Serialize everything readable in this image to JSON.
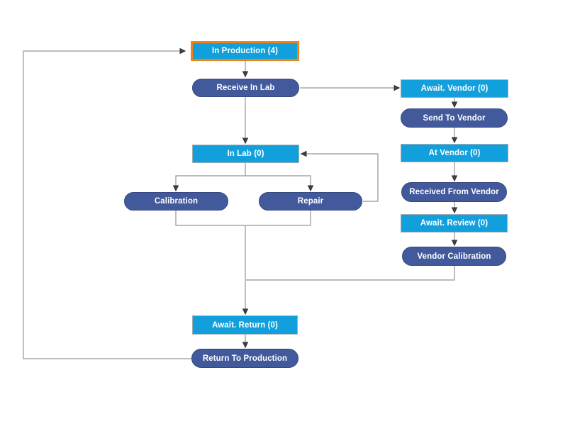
{
  "diagram": {
    "title": "workflow-state-diagram",
    "selected_node": "in_production",
    "colors": {
      "state_fill": "#12A0DC",
      "state_border": "#9FAEB9",
      "selected_border": "#EF8318",
      "action_fill": "#42599C",
      "action_border": "#36497F",
      "connector": "#949494",
      "arrowhead": "#3F3F3F",
      "text": "#FFFFFF",
      "background": "#FFFFFF"
    },
    "nodes": {
      "in_production": {
        "label": "In Production (4)",
        "type": "state",
        "selected": true,
        "count": 4
      },
      "receive_in_lab": {
        "label": "Receive In Lab",
        "type": "action",
        "selected": false
      },
      "await_vendor": {
        "label": "Await. Vendor (0)",
        "type": "state",
        "selected": false,
        "count": 0
      },
      "send_to_vendor": {
        "label": "Send To Vendor",
        "type": "action",
        "selected": false
      },
      "in_lab": {
        "label": "In Lab (0)",
        "type": "state",
        "selected": false,
        "count": 0
      },
      "calibration": {
        "label": "Calibration",
        "type": "action",
        "selected": false
      },
      "repair": {
        "label": "Repair",
        "type": "action",
        "selected": false
      },
      "at_vendor": {
        "label": "At Vendor (0)",
        "type": "state",
        "selected": false,
        "count": 0
      },
      "received_from_vendor": {
        "label": "Received From Vendor",
        "type": "action",
        "selected": false
      },
      "await_review": {
        "label": "Await. Review (0)",
        "type": "state",
        "selected": false,
        "count": 0
      },
      "vendor_calibration": {
        "label": "Vendor Calibration",
        "type": "action",
        "selected": false
      },
      "await_return": {
        "label": "Await. Return (0)",
        "type": "state",
        "selected": false,
        "count": 0
      },
      "return_to_production": {
        "label": "Return To Production",
        "type": "action",
        "selected": false
      }
    },
    "edges": [
      {
        "from": "in_production",
        "to": "receive_in_lab"
      },
      {
        "from": "receive_in_lab",
        "to": "in_lab"
      },
      {
        "from": "receive_in_lab",
        "to": "await_vendor"
      },
      {
        "from": "await_vendor",
        "to": "send_to_vendor"
      },
      {
        "from": "send_to_vendor",
        "to": "at_vendor"
      },
      {
        "from": "at_vendor",
        "to": "received_from_vendor"
      },
      {
        "from": "received_from_vendor",
        "to": "await_review"
      },
      {
        "from": "await_review",
        "to": "vendor_calibration"
      },
      {
        "from": "in_lab",
        "to": "calibration"
      },
      {
        "from": "in_lab",
        "to": "repair"
      },
      {
        "from": "repair",
        "to": "in_lab"
      },
      {
        "from": "calibration",
        "to": "await_return"
      },
      {
        "from": "repair",
        "to": "await_return"
      },
      {
        "from": "vendor_calibration",
        "to": "await_return"
      },
      {
        "from": "await_return",
        "to": "return_to_production"
      },
      {
        "from": "return_to_production",
        "to": "in_production"
      }
    ]
  }
}
